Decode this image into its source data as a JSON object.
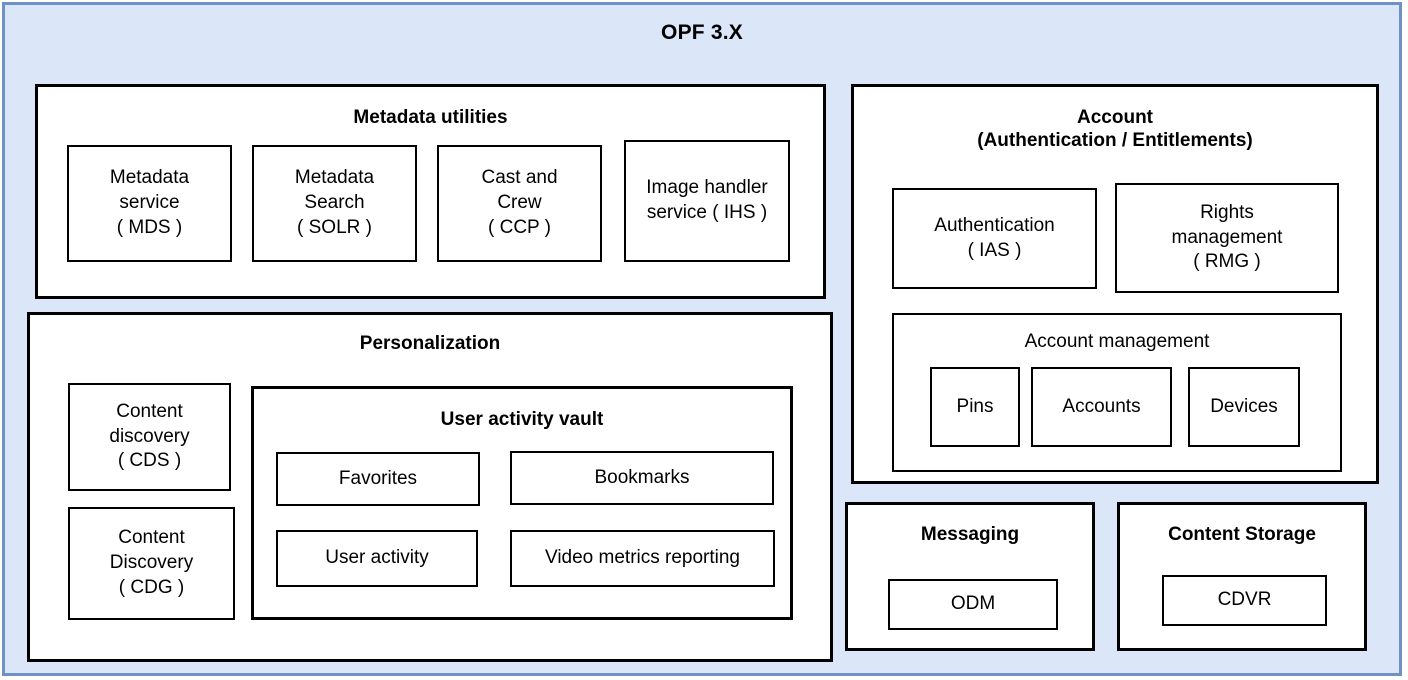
{
  "diagram": {
    "title": "OPF 3.X",
    "colors": {
      "outer_border": "#7091c6",
      "outer_background": "#dbe6f8",
      "box_border": "#000000",
      "box_background": "#ffffff",
      "text": "#000000"
    },
    "groups": {
      "metadata_utilities": {
        "title": "Metadata utilities",
        "nodes": [
          {
            "label": "Metadata\nservice\n( MDS )"
          },
          {
            "label": "Metadata\nSearch\n( SOLR )"
          },
          {
            "label": "Cast and\nCrew\n( CCP )"
          },
          {
            "label": "Image handler\nservice ( IHS )"
          }
        ]
      },
      "personalization": {
        "title": "Personalization",
        "nodes": [
          {
            "label": "Content\ndiscovery\n( CDS )"
          },
          {
            "label": "Content\nDiscovery\n( CDG )"
          }
        ],
        "user_activity_vault": {
          "title": "User activity vault",
          "nodes": [
            {
              "label": "Favorites"
            },
            {
              "label": "Bookmarks"
            },
            {
              "label": "User activity"
            },
            {
              "label": "Video metrics reporting"
            }
          ]
        }
      },
      "account": {
        "title": "Account\n(Authentication / Entitlements)",
        "nodes": [
          {
            "label": "Authentication\n( IAS )"
          },
          {
            "label": "Rights\nmanagement\n( RMG )"
          }
        ],
        "account_management": {
          "title": "Account management",
          "nodes": [
            {
              "label": "Pins"
            },
            {
              "label": "Accounts"
            },
            {
              "label": "Devices"
            }
          ]
        }
      },
      "messaging": {
        "title": "Messaging",
        "nodes": [
          {
            "label": "ODM"
          }
        ]
      },
      "content_storage": {
        "title": "Content Storage",
        "nodes": [
          {
            "label": "CDVR"
          }
        ]
      }
    }
  }
}
